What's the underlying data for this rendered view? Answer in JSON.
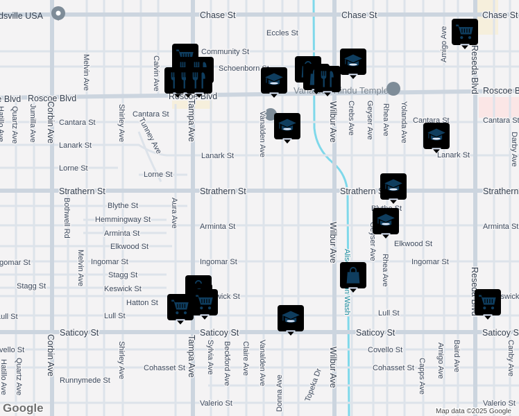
{
  "map": {
    "poi_labels": [
      "dsville USA",
      "Vanalden Hindu Temple"
    ],
    "streets": [
      "Chase St",
      "Chase St",
      "Chase St",
      "Eccles St",
      "Community St",
      "Schoenborn St",
      "Roscoe Blvd",
      "Roscoe Blvd",
      "Roscoe Blvd",
      "Roscoe Blvd",
      "Cantara St",
      "Cantara St",
      "Cantara St",
      "Cantara St",
      "Lanark St",
      "Lanark St",
      "Lanark St",
      "Lorne St",
      "Lorne St",
      "Strathern St",
      "Strathern St",
      "Strathern St",
      "Strathern St",
      "Blythe St",
      "Blythe St",
      "Hemmingway St",
      "Arminta St",
      "Arminta St",
      "Arminta St",
      "Elkwood St",
      "Elkwood St",
      "Ingomar St",
      "Ingomar St",
      "Ingomar St",
      "Ingomar St",
      "Stagg St",
      "Stagg St",
      "Keswick St",
      "Keswick St",
      "Keswick St",
      "Hatton St",
      "Lull St",
      "Lull St",
      "Lull St",
      "Saticoy St",
      "Saticoy St",
      "Saticoy St",
      "Saticoy St",
      "Covello St",
      "Covello St",
      "Cohasset St",
      "Cohasset St",
      "Runnymede St",
      "Valerio St",
      "Valerio St",
      "Wilbur Ave",
      "Wilbur Ave",
      "Tampa Ave",
      "Tampa Ave",
      "Corbin Ave",
      "Corbin Ave",
      "Reseda Blvd",
      "Reseda Blvd",
      "Vanalden Ave",
      "Vanalden Ave",
      "Melvin Ave",
      "Melvin Ave",
      "Calvin Ave",
      "Shirley Ave",
      "Shirley Ave",
      "Tunney Ave",
      "Quartz Ave",
      "Quartz Ave",
      "Jumilla Ave",
      "Hatillo Ave",
      "Hatillo Ave",
      "Bothwell Rd",
      "Aura Ave",
      "Crebs Ave",
      "Geyser Ave",
      "Geyser Ave",
      "Rhea Ave",
      "Rhea Ave",
      "Yolanda Ave",
      "Amigo Ave",
      "Amigo Ave",
      "Darby Ave",
      "Sylvia Ave",
      "Beckford Ave",
      "Claire Ave",
      "Donna Ave",
      "Topeka Dr",
      "Capps Ave",
      "Baird Ave",
      "Canby Ave",
      "Wilbur Ave"
    ],
    "waterway": "Aliso Canyon Wash",
    "attribution": "Map data ©2025 Google",
    "logo": "Google",
    "markers": [
      "cart",
      "restaurant",
      "restaurant",
      "restaurant",
      "restaurant",
      "restaurant",
      "shopping-bag",
      "shopping-bag",
      "restaurant",
      "school",
      "school",
      "school",
      "school",
      "school",
      "school",
      "shopping-bag",
      "school",
      "cart",
      "cart",
      "shopping-bag",
      "shopping-bag",
      "cart",
      "cart"
    ],
    "colors": {
      "marker_fill": "#dde8fb",
      "marker_border": "#7aa1e4",
      "marker_icon": "#0f3d5e",
      "waterway": "#7fd8ea",
      "road": "#ccd5df",
      "background": "#f4f3f4"
    }
  }
}
